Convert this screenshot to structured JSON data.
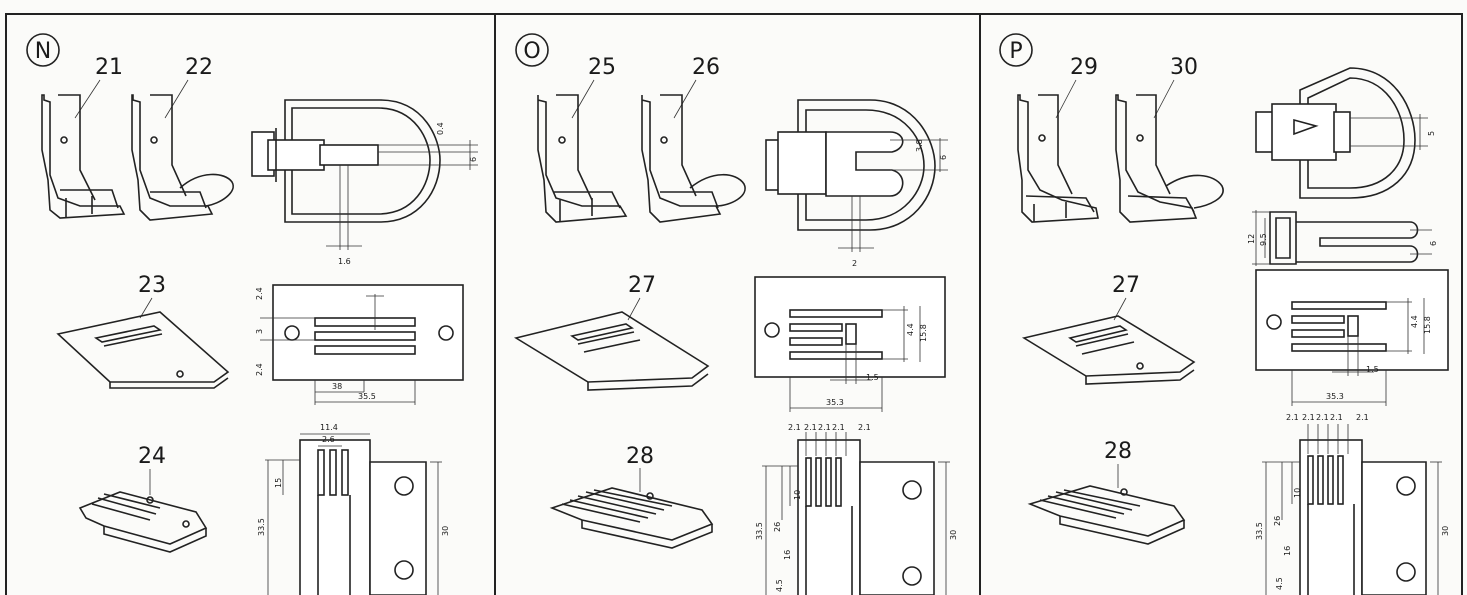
{
  "panels": [
    {
      "letter": "N",
      "parts": [
        "21",
        "22",
        "23",
        "24"
      ],
      "dims": {
        "foot_a": "0.4",
        "foot_b": "6",
        "foot_c": "1.6",
        "plate_a": "2.4",
        "plate_b": "3",
        "plate_c": "2.4",
        "plate_d": "38",
        "plate_e": "35.5",
        "dog_a": "11.4",
        "dog_b": "2.6",
        "dog_c": "15",
        "dog_d": "33.5",
        "dog_e": "30"
      }
    },
    {
      "letter": "O",
      "parts": [
        "25",
        "26",
        "27",
        "28"
      ],
      "dims": {
        "foot_a": "3.8",
        "foot_b": "6",
        "foot_c": "2",
        "plate_a": "4.4",
        "plate_b": "15.8",
        "plate_c": "1.5",
        "plate_d": "35.3",
        "dog_t1": "2.1",
        "dog_t2": "2.1",
        "dog_t3": "2.1",
        "dog_t4": "2.1",
        "dog_t5": "2.1",
        "dog_a": "10",
        "dog_b": "26",
        "dog_c": "16",
        "dog_d": "33.5",
        "dog_e": "4.5",
        "dog_f": "30"
      }
    },
    {
      "letter": "P",
      "parts": [
        "29",
        "30",
        "27",
        "28"
      ],
      "dims": {
        "foot_a": "5",
        "slot_a": "12",
        "slot_b": "9.5",
        "slot_c": "6",
        "plate_a": "4.4",
        "plate_b": "15.8",
        "plate_c": "1.5",
        "plate_d": "35.3",
        "dog_t1": "2.1",
        "dog_t2": "2.1",
        "dog_t3": "2.1",
        "dog_t4": "2.1",
        "dog_t5": "2.1",
        "dog_a": "10",
        "dog_b": "26",
        "dog_c": "16",
        "dog_d": "33.5",
        "dog_e": "4.5",
        "dog_f": "30"
      }
    }
  ]
}
